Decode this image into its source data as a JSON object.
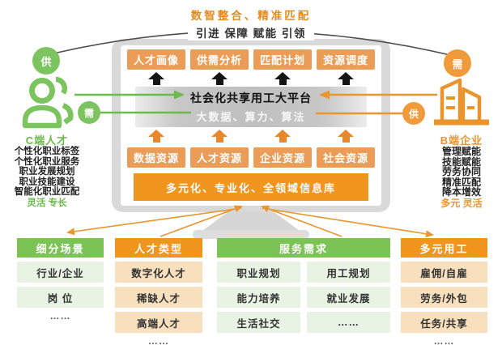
{
  "header": {
    "slogan": "数智整合、精准匹配",
    "banner": "引进 保障 赋能 引领"
  },
  "monitor": {
    "top_modules": [
      "人才画像",
      "供需分析",
      "匹配计划",
      "资源调度"
    ],
    "platform_title": "社会化共享用工大平台",
    "platform_subtitle": "大数据、算力、算法",
    "resource_modules": [
      "数据资源",
      "人才资源",
      "企业资源",
      "社会资源"
    ],
    "infobase": "多元化、专业化、全领域信息库"
  },
  "left_side": {
    "top_badge": "供",
    "line_badge": "需",
    "label": "C端人才",
    "items": [
      "个性化职业标签",
      "个性化职业服务",
      "职业发展规划",
      "职业技能建设",
      "智能化职业匹配"
    ],
    "tagline": "灵活 专长"
  },
  "right_side": {
    "top_badge": "需",
    "line_badge": "供",
    "label": "B端企业",
    "items": [
      "管理赋能",
      "技能赋能",
      "劳务协同",
      "精准匹配",
      "降本增效"
    ],
    "tagline": "多元 灵活"
  },
  "bottom_groups": [
    {
      "header": "细分场景",
      "cells": [
        "行业/企业",
        "岗 位"
      ],
      "more": "……"
    },
    {
      "header": "人才类型",
      "cells": [
        "数字化人才",
        "稀缺人才",
        "高端人才"
      ],
      "more": "……"
    },
    {
      "header": "服务需求",
      "col_left": [
        "职业规划",
        "能力培养",
        "生活社交"
      ],
      "col_right": [
        "用工规划",
        "就业发展",
        "……"
      ]
    },
    {
      "header": "多元用工",
      "cells": [
        "雇佣/自雇",
        "劳务/外包",
        "任务/共享"
      ],
      "more": "……"
    }
  ],
  "colors": {
    "orange": "#F0951D",
    "orange_chip": "#EB9D58",
    "orange_light": "#F8E0BE",
    "green": "#7CC356",
    "green_light": "#E9F3E3",
    "green_line": "#6CB94C",
    "orange_line": "#E8962F",
    "title_orange": "#E7891B"
  }
}
